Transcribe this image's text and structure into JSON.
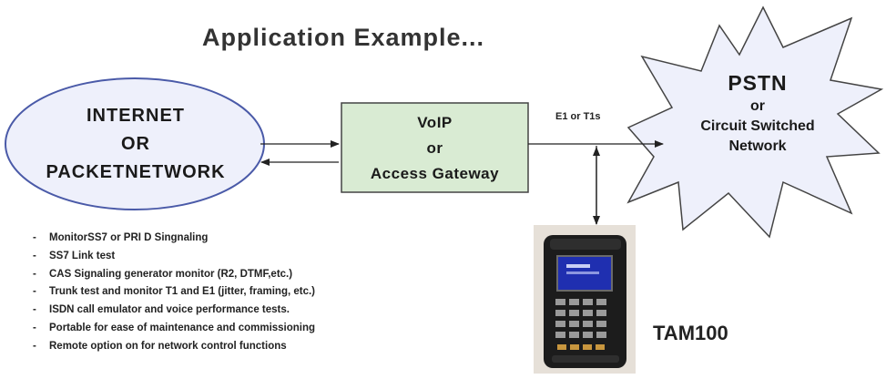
{
  "title": "Application Example...",
  "internet": {
    "line1": "INTERNET",
    "line2": "OR",
    "line3": "PACKETNETWORK"
  },
  "gateway": {
    "line1": "VoIP",
    "line2": "or",
    "line3": "Access Gateway"
  },
  "link_label": "E1 or T1s",
  "pstn": {
    "line1": "PSTN",
    "line2": "or",
    "line3": "Circuit Switched",
    "line4": "Network"
  },
  "features": [
    "MonitorSS7 or PRI D Singnaling",
    "SS7 Link test",
    "CAS Signaling generator monitor (R2, DTMF,etc.)",
    "Trunk test and monitor T1 and E1 (jitter, framing, etc.)",
    "ISDN call emulator and voice performance tests.",
    "Portable for ease of maintenance and commissioning",
    "Remote option on for network control functions"
  ],
  "device_label": "TAM100",
  "colors": {
    "gateway_fill": "#d9ebd3",
    "cloud_fill": "#eef0fb",
    "star_fill": "#eef0fb",
    "device_body": "#1c1c1c",
    "device_screen": "#1f2fb0"
  }
}
